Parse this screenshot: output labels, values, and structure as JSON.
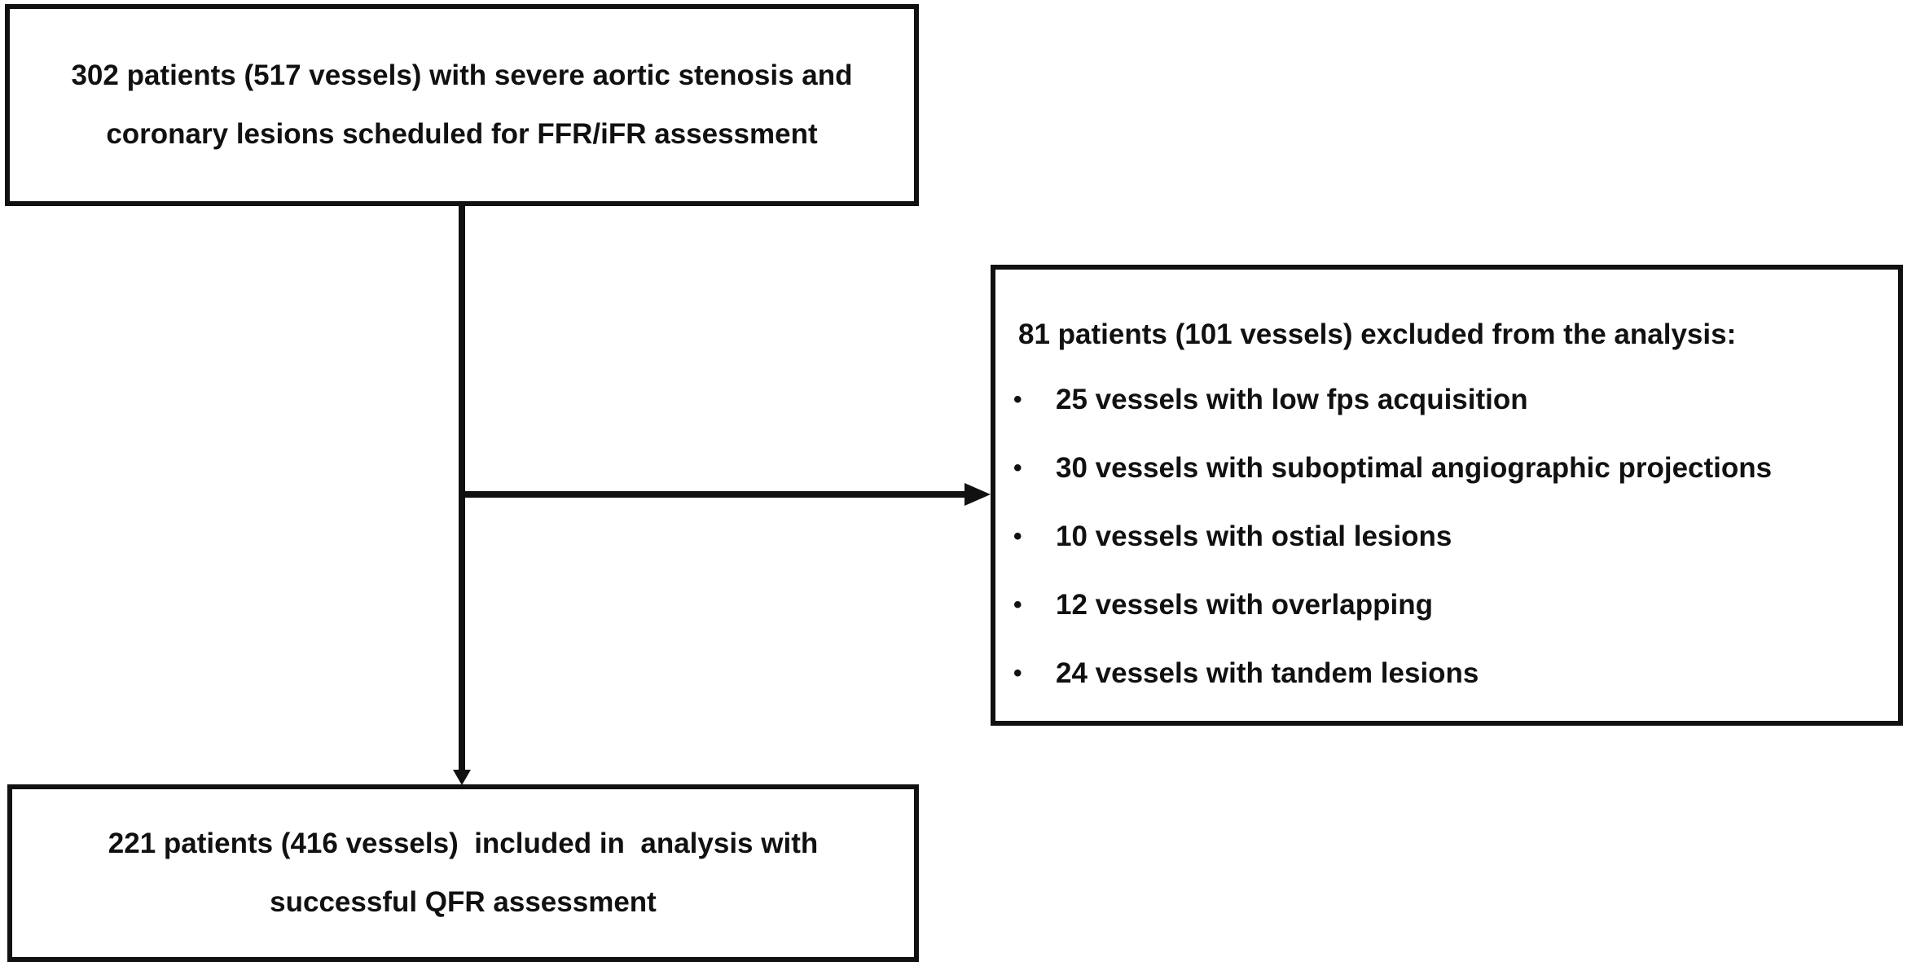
{
  "nodes": {
    "start": {
      "line1": "302 patients (517 vessels) with severe aortic stenosis and",
      "line2": "coronary lesions scheduled for FFR/iFR assessment"
    },
    "excluded": {
      "heading": "81 patients (101 vessels) excluded from the analysis:",
      "items": [
        "25 vessels with low fps acquisition",
        "30 vessels with suboptimal angiographic projections",
        "10 vessels with ostial lesions",
        "12 vessels with overlapping",
        "24 vessels with tandem lesions"
      ]
    },
    "included": {
      "line1": "221 patients (416 vessels)  included in  analysis with",
      "line2": "successful QFR assessment"
    }
  },
  "bullet_glyph": "•",
  "colors": {
    "line": "#111111",
    "background": "#ffffff"
  }
}
